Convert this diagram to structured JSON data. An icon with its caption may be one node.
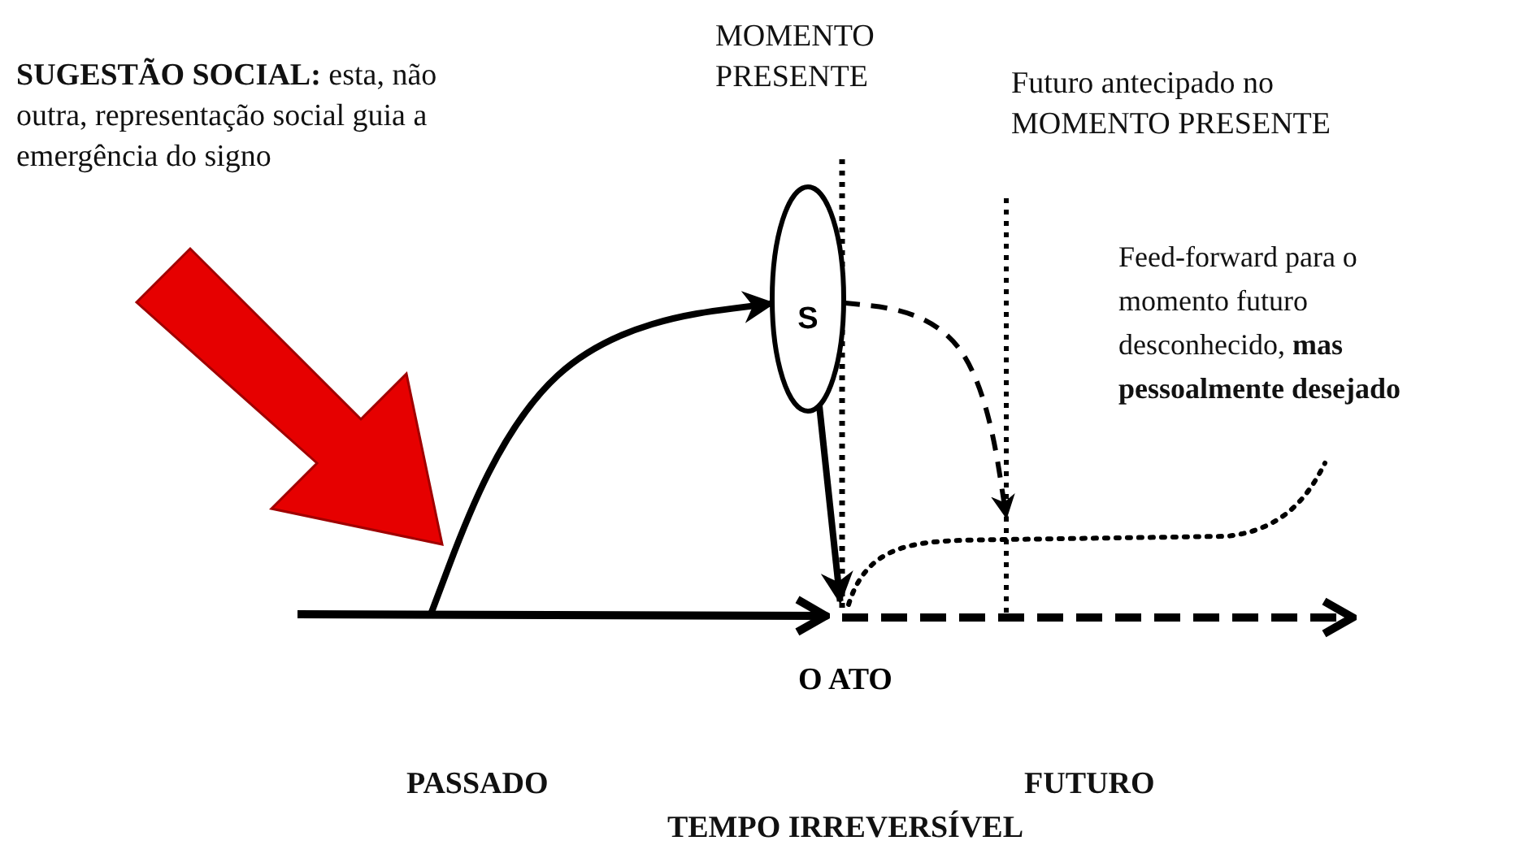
{
  "diagram": {
    "nodes": [
      {
        "text": [
          "S"
        ]
      },
      {
        "text": [
          "O ATO"
        ]
      }
    ],
    "edges": [
      {
        "from": null,
        "to": 0,
        "arrow": "to"
      },
      {
        "from": 0,
        "to": 1,
        "arrow": "to"
      },
      {
        "from": 0,
        "to": null,
        "arrow": "to",
        "style": "dashed"
      }
    ],
    "labels": [
      "**SUGESTÃO SOCIAL:** esta, não outra, representação social guia a emergência do signo",
      "MOMENTO PRESENTE",
      "Futuro antecipado no MOMENTO PRESENTE",
      "Feed-forward para o momento futuro desconhecido, **mas pessoalmente desejado**",
      "PASSADO",
      "FUTURO",
      "TEMPO IRREVERSÍVEL"
    ]
  }
}
